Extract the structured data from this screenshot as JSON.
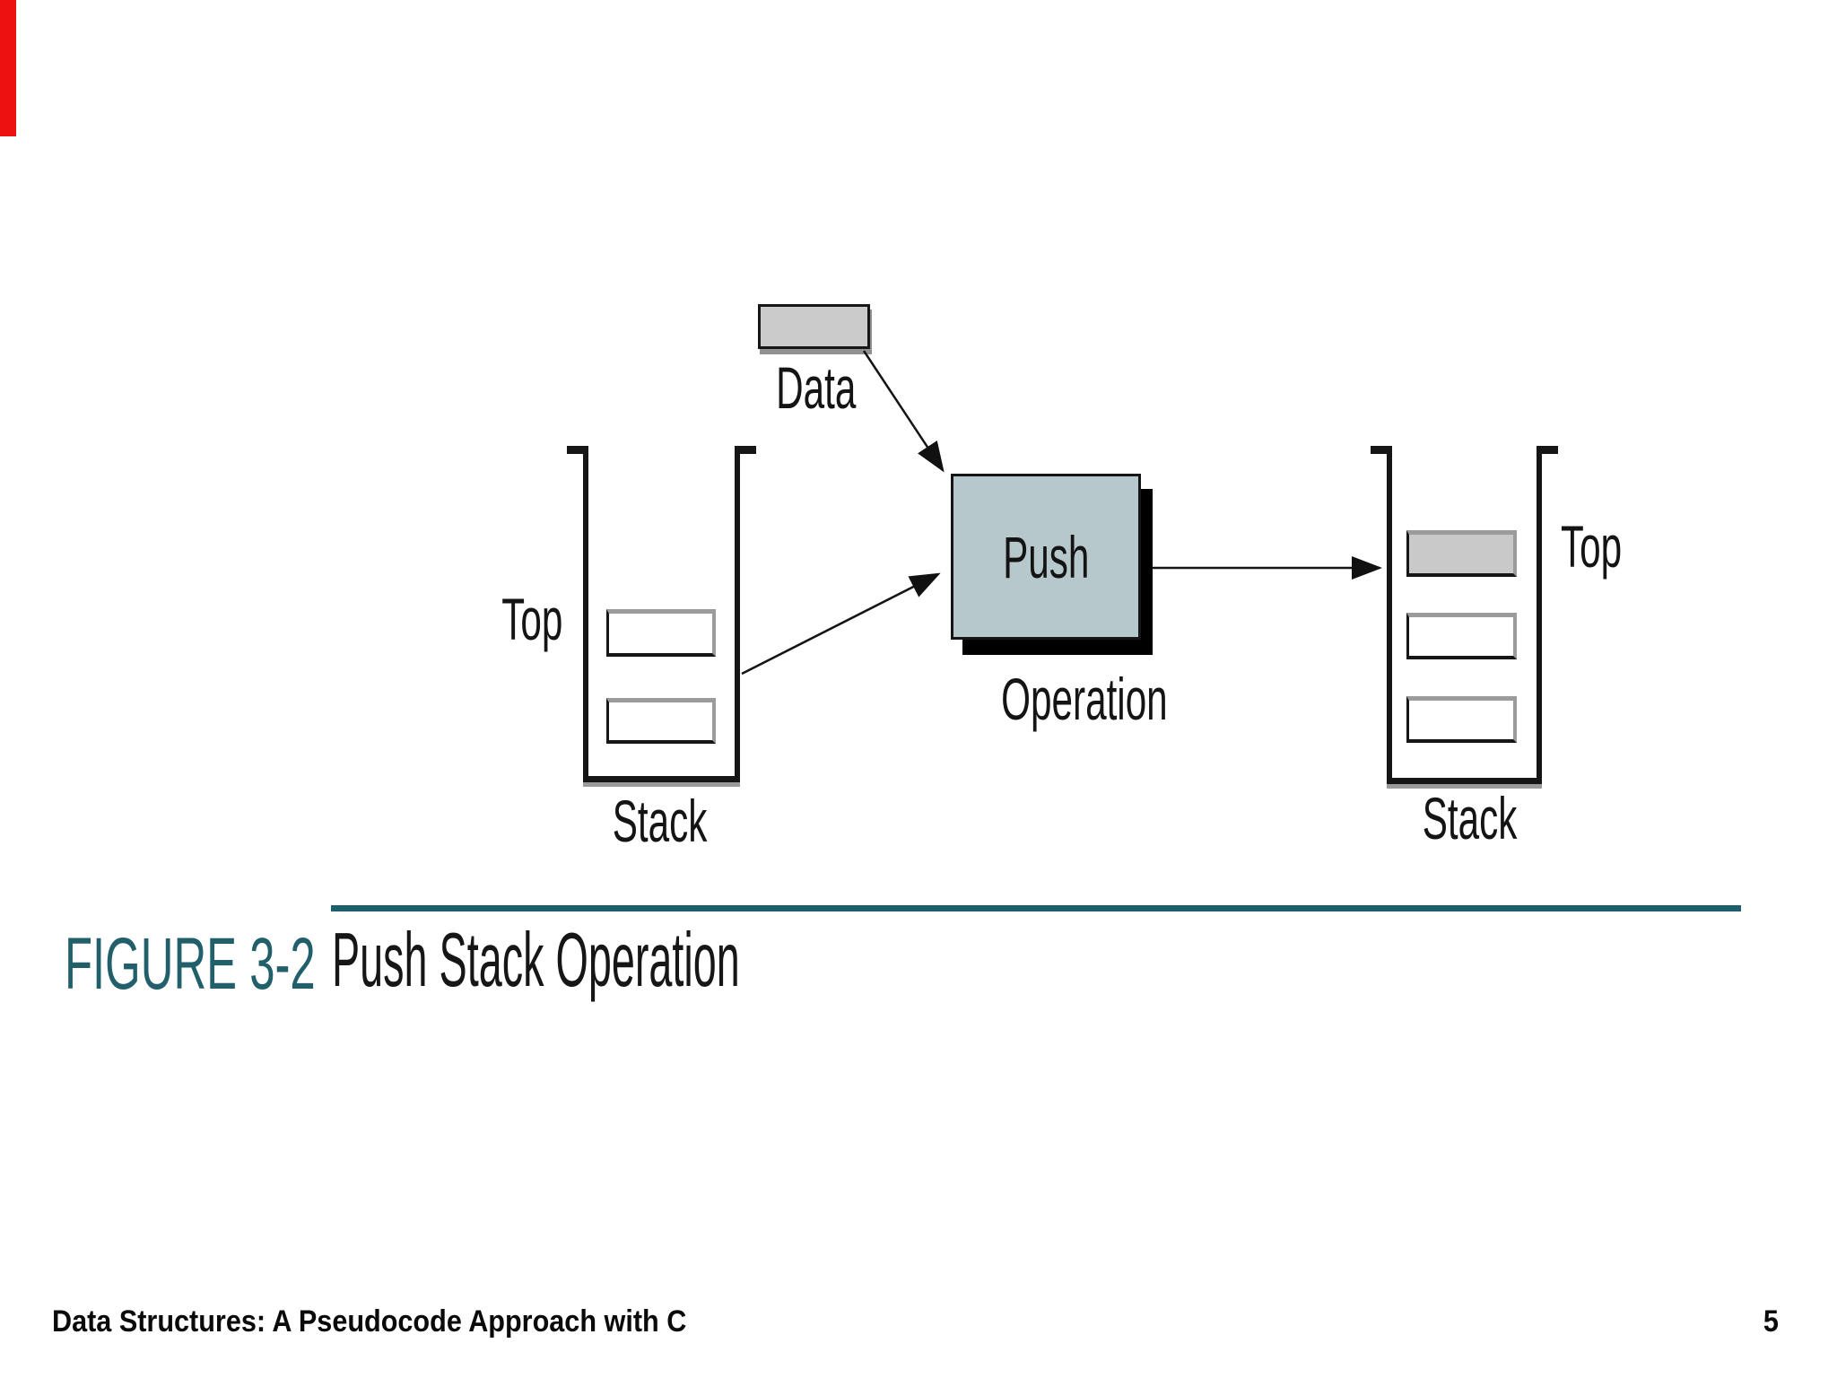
{
  "slide": {
    "accent_bar_color": "#ee1111",
    "teal_color": "#1b606b"
  },
  "diagram": {
    "data_box_label": "Data",
    "push_box_label": "Push",
    "operation_label": "Operation",
    "left_stack": {
      "top_label": "Top",
      "name": "Stack",
      "cells": [
        {
          "filled": false
        },
        {
          "filled": false
        }
      ]
    },
    "right_stack": {
      "top_label": "Top",
      "name": "Stack",
      "cells": [
        {
          "filled": true
        },
        {
          "filled": false
        },
        {
          "filled": false
        }
      ]
    },
    "arrows": [
      {
        "from": "data-box",
        "to": "push-box"
      },
      {
        "from": "left-stack",
        "to": "push-box"
      },
      {
        "from": "push-box",
        "to": "right-stack"
      }
    ],
    "colors": {
      "push_box_fill": "#b6c8cc",
      "data_box_fill": "#cbcbcb",
      "filled_cell_fill": "#c9c9c9",
      "ink": "#161616"
    }
  },
  "caption": {
    "figure_label": "FIGURE 3-2",
    "title": "Push Stack Operation"
  },
  "footer": {
    "book_title": "Data Structures: A Pseudocode Approach with C",
    "page_number": "5"
  }
}
